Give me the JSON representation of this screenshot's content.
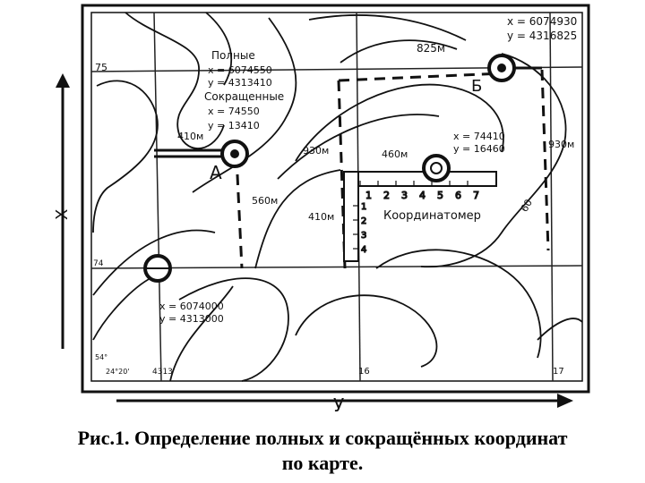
{
  "map": {
    "corner_top_right": {
      "x": "x = 6074930",
      "y": "y = 4316825"
    },
    "point_A": {
      "name": "А",
      "full_title": "Полные",
      "full_x": "x = 6074550",
      "full_y": "y = 4313410",
      "short_title": "Сокращенные",
      "short_x": "x = 74550",
      "short_y": "y = 13410",
      "dx_label": "410м",
      "dy_label": "560м"
    },
    "point_B": {
      "name": "Б",
      "dx_label": "825м",
      "dy_label": "930м"
    },
    "point_origin": {
      "x": "x = 6074000",
      "y": "y = 4313000"
    },
    "point_C": {
      "x": "x = 74410",
      "y": "y = 16460",
      "dx_label": "460м",
      "dy_label": "410м"
    },
    "coordinatometer_label": "Координатомер",
    "ruler_ticks": [
      "1",
      "2",
      "3",
      "4",
      "5",
      "6",
      "7"
    ],
    "ruler_side_ticks": [
      "1",
      "2",
      "3",
      "4"
    ],
    "grid_labels": {
      "row_75": "75",
      "row_74": "74",
      "col_13": "4313",
      "col_16": "16",
      "col_17": "17"
    },
    "frame_corner_labels": [
      "54°",
      "24°20'"
    ],
    "contour_label": "60",
    "axis_x": "X",
    "axis_y": "У"
  },
  "caption": {
    "line1": "Рис.1. Определение полных и сокращённых координат",
    "line2": "по карте."
  }
}
